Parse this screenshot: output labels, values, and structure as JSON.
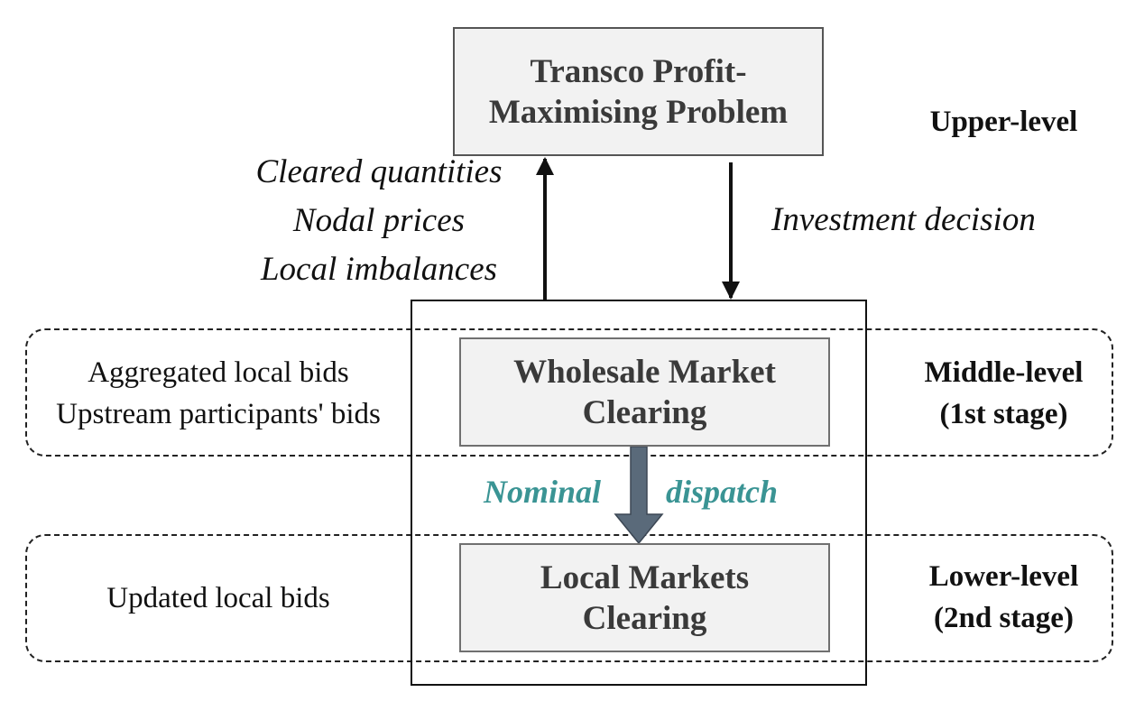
{
  "upper_box": {
    "line1": "Transco Profit-",
    "line2": "Maximising Problem"
  },
  "middle_box": {
    "line1": "Wholesale Market",
    "line2": "Clearing"
  },
  "lower_box": {
    "line1": "Local Markets",
    "line2": "Clearing"
  },
  "levels": {
    "upper": "Upper-level",
    "middle": {
      "line1": "Middle-level",
      "line2": "(1st stage)"
    },
    "lower": {
      "line1": "Lower-level",
      "line2": "(2nd stage)"
    }
  },
  "upward_inputs": [
    "Cleared quantities",
    "Nodal prices",
    "Local imbalances"
  ],
  "downward_output": "Investment decision",
  "middle_inputs": [
    "Aggregated local bids",
    "Upstream participants' bids"
  ],
  "lower_inputs": [
    "Updated local bids"
  ],
  "flow_label": {
    "left": "Nominal",
    "right": "dispatch"
  },
  "colors": {
    "box_fill": "#f2f2f2",
    "dispatch_arrow": "#5a6a7a",
    "dispatch_text": "#3a9494"
  }
}
